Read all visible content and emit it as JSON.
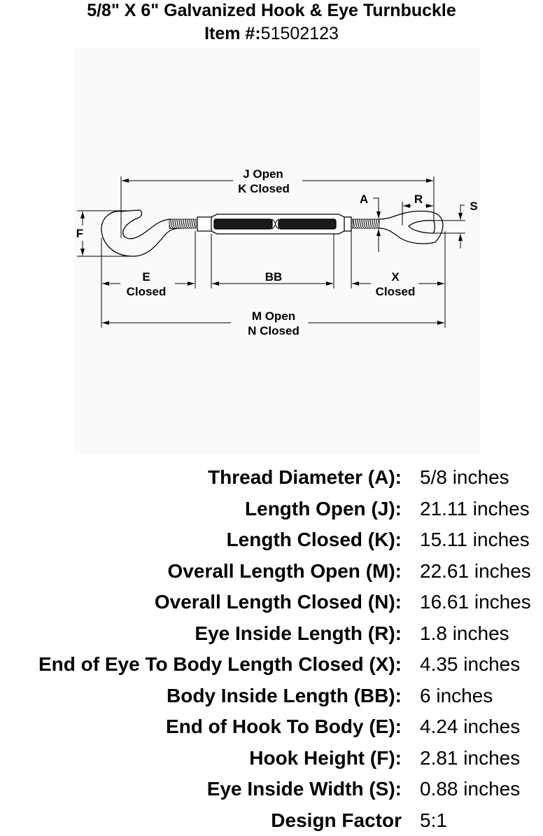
{
  "header": {
    "title": "5/8\" X 6\" Galvanized Hook & Eye Turnbuckle",
    "item_label": "Item #:",
    "item_number": "51502123"
  },
  "diagram": {
    "labels": {
      "j_open": "J  Open",
      "k_closed": "K   Closed",
      "a": "A",
      "r": "R",
      "s": "S",
      "f": "F",
      "e": "E",
      "e_closed": "Closed",
      "bb": "BB",
      "x": "X",
      "x_closed": "Closed",
      "m_open": "M  Open",
      "n_closed": "N  Closed"
    },
    "colors": {
      "line": "#000000",
      "panel": "#fafafa"
    }
  },
  "specs": [
    {
      "label": "Thread Diameter (A):",
      "value": "5/8 inches"
    },
    {
      "label": "Length Open (J):",
      "value": "21.11 inches"
    },
    {
      "label": "Length Closed (K):",
      "value": "15.11 inches"
    },
    {
      "label": "Overall Length Open (M):",
      "value": "22.61 inches"
    },
    {
      "label": "Overall Length Closed (N):",
      "value": "16.61 inches"
    },
    {
      "label": "Eye Inside Length (R):",
      "value": "1.8 inches"
    },
    {
      "label": "End of Eye To Body Length Closed (X):",
      "value": "4.35 inches"
    },
    {
      "label": "Body Inside Length (BB):",
      "value": "6 inches"
    },
    {
      "label": "End of Hook To Body (E):",
      "value": "4.24 inches"
    },
    {
      "label": "Hook Height (F):",
      "value": "2.81 inches"
    },
    {
      "label": "Eye Inside Width (S):",
      "value": "0.88 inches"
    },
    {
      "label": "Design Factor",
      "value": "5:1"
    }
  ]
}
